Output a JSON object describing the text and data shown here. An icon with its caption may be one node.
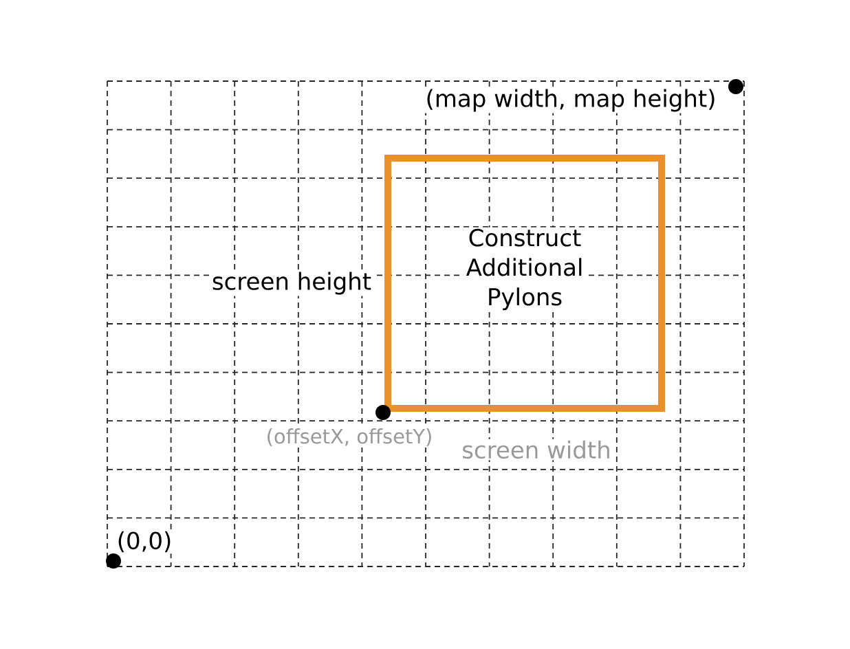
{
  "diagram": {
    "nodes": [
      {
        "text": [],
        "shape": "circle",
        "beside": [
          "(map width, map height)"
        ]
      },
      {
        "text": [
          "Construct Additional Pylons"
        ],
        "beside": [
          "screen height",
          "screen width"
        ]
      },
      {
        "text": [],
        "shape": "circle",
        "beside": [
          "(offsetX, offsetY)"
        ]
      },
      {
        "text": [],
        "shape": "circle",
        "beside": [
          "(0,0)"
        ]
      }
    ]
  }
}
